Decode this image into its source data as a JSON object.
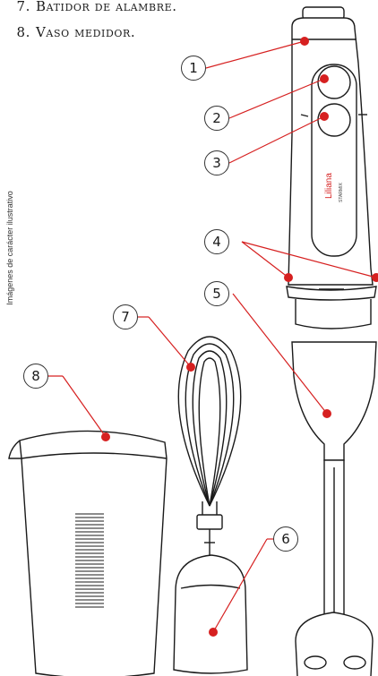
{
  "legend": [
    {
      "num": "7.",
      "text": "Batidor de alambre."
    },
    {
      "num": "8.",
      "text": "Vaso medidor."
    }
  ],
  "side_note": "Imágenes de carácter ilustrativo",
  "brand": {
    "name": "Liliana",
    "model": "STARMIX"
  },
  "callouts": [
    "1",
    "2",
    "3",
    "4",
    "5",
    "6",
    "7",
    "8"
  ],
  "colors": {
    "leader": "#d62020",
    "outline": "#1a1a1a"
  }
}
